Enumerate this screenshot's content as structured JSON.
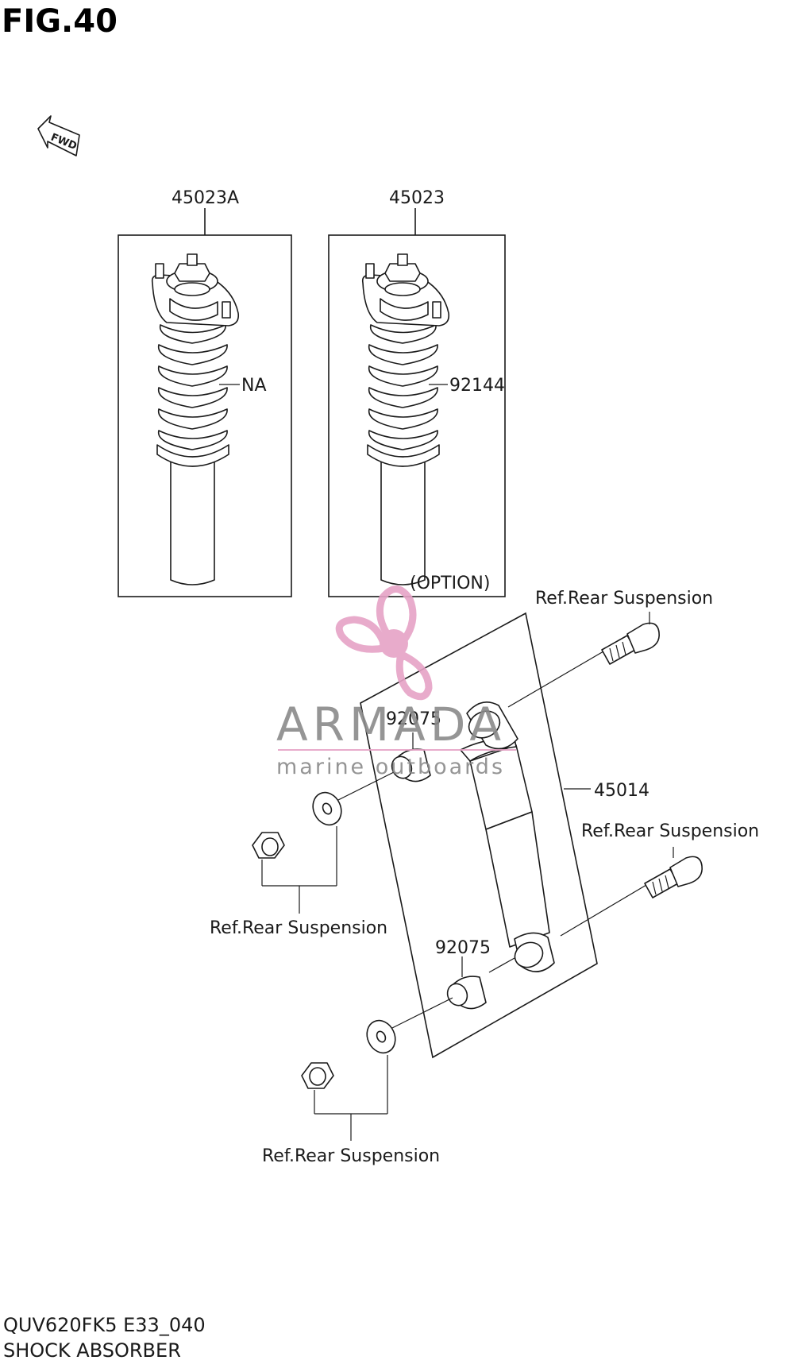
{
  "figure": {
    "title": "FIG.40",
    "fwd_label": "FWD",
    "footer_code": "QUV620FK5 E33_040",
    "footer_name": "SHOCK ABSORBER"
  },
  "parts": {
    "assembly_left": "45023A",
    "assembly_right": "45023",
    "spring_left": "NA",
    "spring_right": "92144",
    "option_note": "(OPTION)",
    "shock_absorber": "45014",
    "bushing_upper": "92075",
    "bushing_lower": "92075",
    "ref_upper_bolt": "Ref.Rear Suspension",
    "ref_upper_nut": "Ref.Rear Suspension",
    "ref_lower_bolt": "Ref.Rear Suspension",
    "ref_lower_nut": "Ref.Rear Suspension"
  },
  "watermark": {
    "brand": "ARMADA",
    "tagline": "marine outboards",
    "color": "#e6a3c6",
    "text_color": "#8a8a8a"
  }
}
